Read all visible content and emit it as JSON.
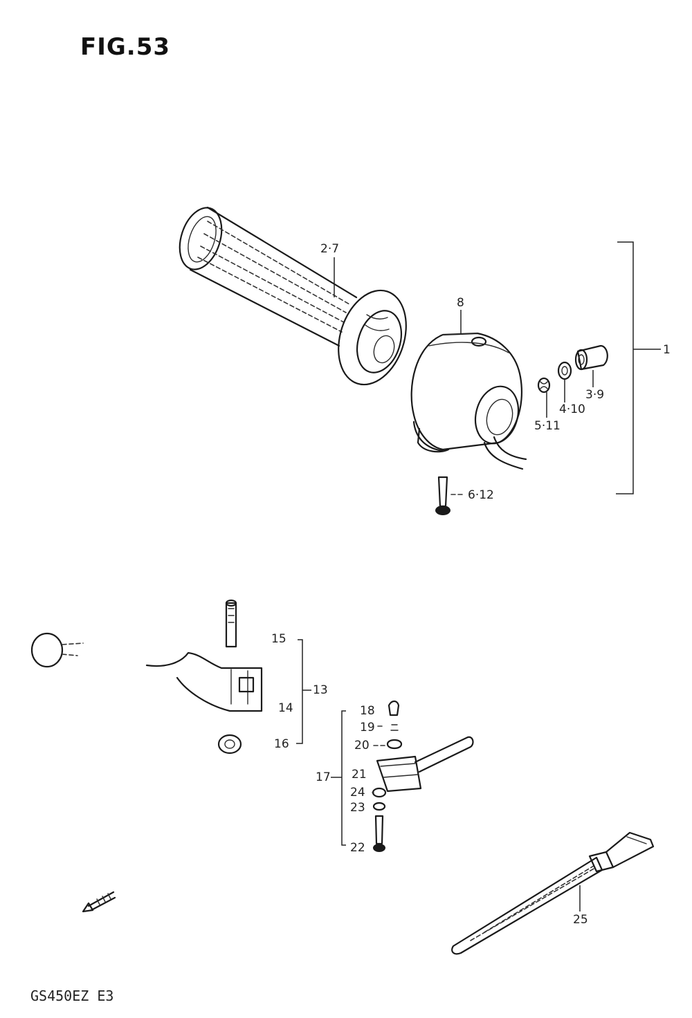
{
  "figure": {
    "title": "FIG.53",
    "model": "GS450EZ  E3"
  },
  "callouts": {
    "c1": "1",
    "c2_7": "2·7",
    "c3_9": "3·9",
    "c4_10": "4·10",
    "c5_11": "5·11",
    "c6_12": "6·12",
    "c8": "8",
    "c13": "13",
    "c14": "14",
    "c15": "15",
    "c16": "16",
    "c17": "17",
    "c18": "18",
    "c19": "19",
    "c20": "20",
    "c21": "21",
    "c22": "22",
    "c23": "23",
    "c24": "24",
    "c25": "25"
  }
}
